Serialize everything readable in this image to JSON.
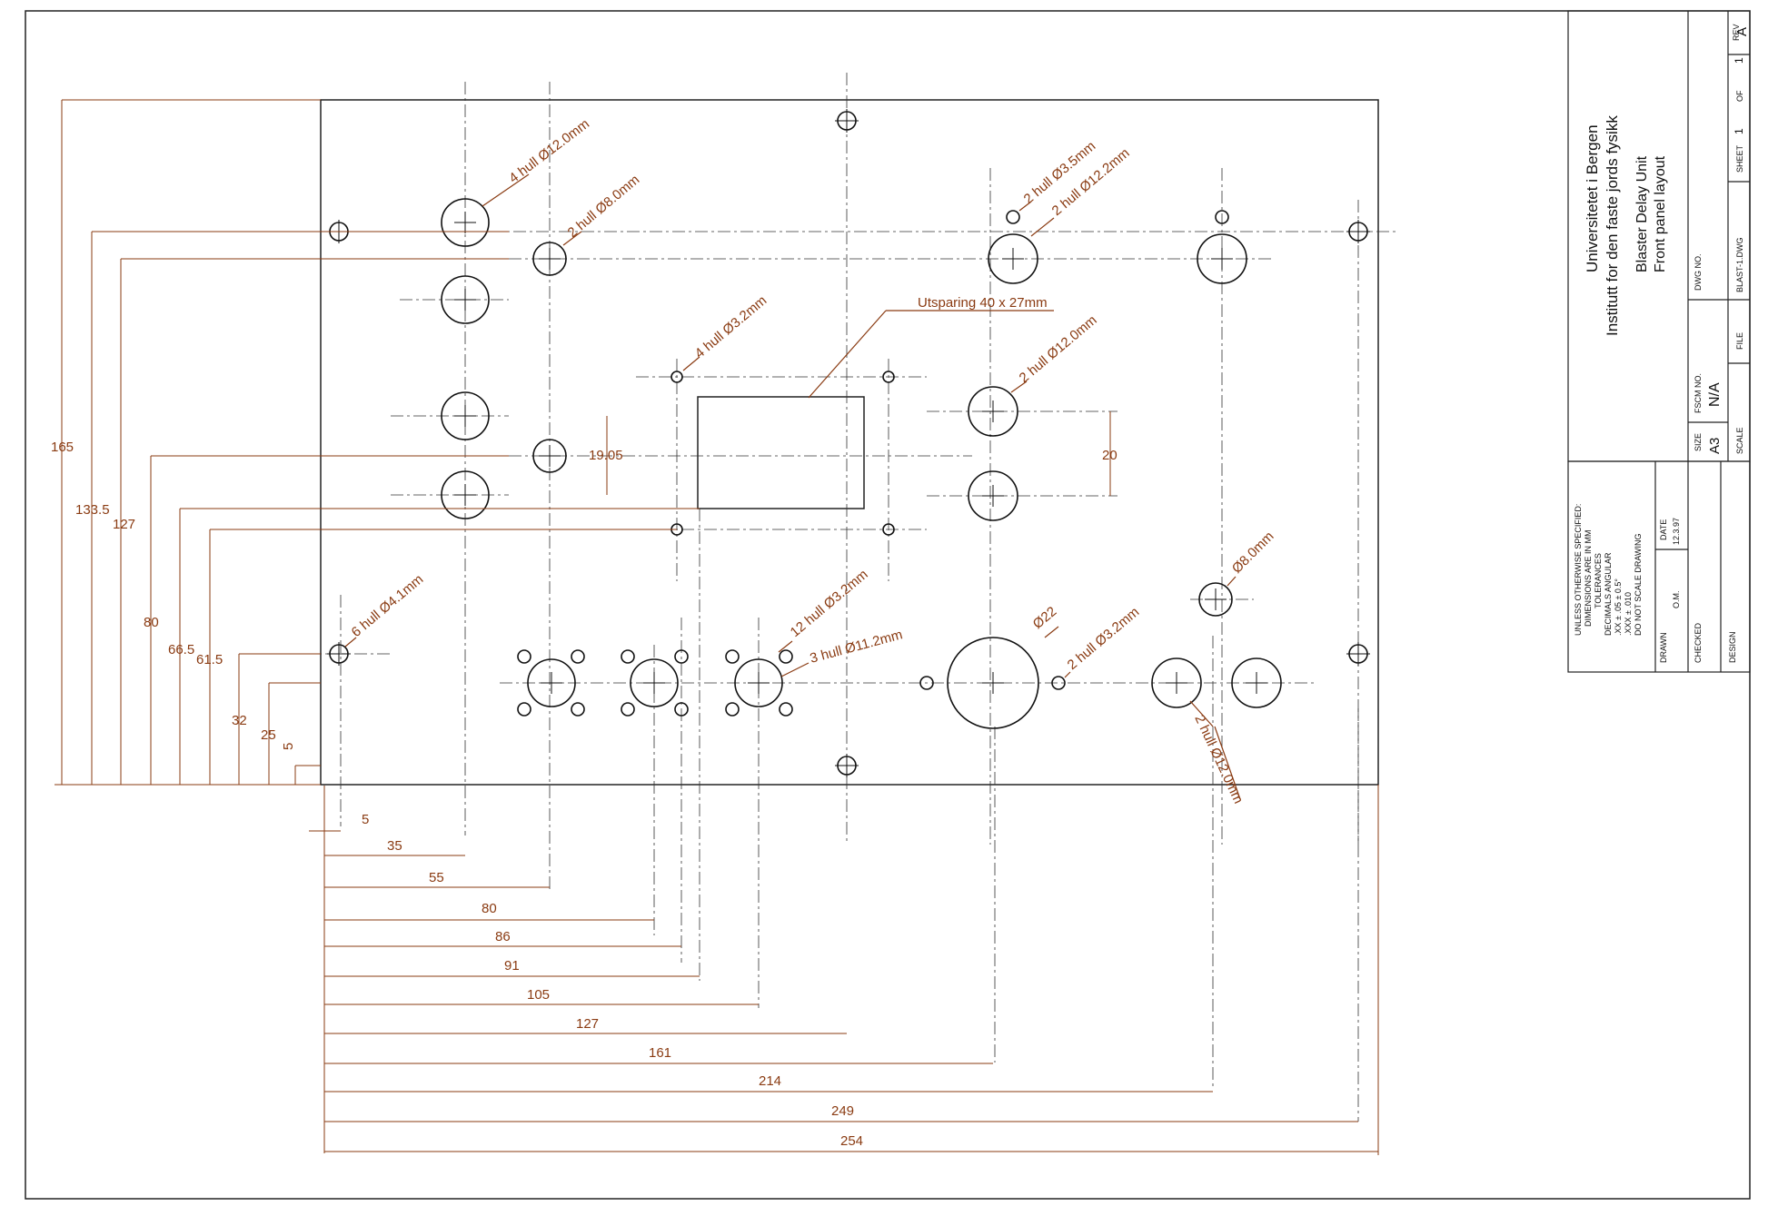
{
  "title_block": {
    "institution_1": "Universitetet i Bergen",
    "institution_2": "Institutt for den faste jords fysikk",
    "title_1": "Blaster Delay Unit",
    "title_2": "Front panel layout",
    "size_label": "SIZE",
    "size": "A3",
    "fscm_label": "FSCM NO.",
    "fscm": "N/A",
    "dwg_label": "DWG NO.",
    "rev_label": "REV",
    "rev": "A",
    "scale_label": "SCALE",
    "file_label": "FILE",
    "file": "BLAST-1.DWG",
    "sheet_label": "SHEET",
    "sheet": "1",
    "of_label": "OF",
    "of": "1",
    "notes": [
      "UNLESS OTHERWISE SPECIFIED:",
      "DIMENSIONS ARE IN MM",
      "TOLERANCES",
      "DECIMALS    ANGULAR",
      ".XX ± .05       ± 0.5°",
      ".XXX ± .010",
      "DO NOT SCALE DRAWING"
    ],
    "drawn_label": "DRAWN",
    "drawn": "O.M.",
    "date_label": "DATE",
    "date": "12.3.97",
    "checked_label": "CHECKED",
    "design_label": "DESIGN"
  },
  "callouts": {
    "c1": "4 hull Ø12.0mm",
    "c2": "2 hull Ø8.0mm",
    "c3": "2 hull Ø3.5mm",
    "c4": "2 hull Ø12.2mm",
    "c5": "Utsparing 40 x 27mm",
    "c6": "4 hull Ø3.2mm",
    "c7": "2 hull Ø12.0mm",
    "c8": "6 hull Ø4.1mm",
    "c9": "12 hull Ø3.2mm",
    "c10": "3 hull Ø11.2mm",
    "c11": "Ø22",
    "c12": "2 hull Ø3.2mm",
    "c13": "Ø8.0mm",
    "c14": "2 hull Ø12.0mm"
  },
  "vertical_dims": {
    "v165": "165",
    "v133": "133.5",
    "v127": "127",
    "v80": "80",
    "v66": "66.5",
    "v61": "61.5",
    "v32": "32",
    "v25": "25",
    "v5": "5",
    "v19": "19.05",
    "v20": "20"
  },
  "horizontal_dims": {
    "h5": "5",
    "h35": "35",
    "h55": "55",
    "h80": "80",
    "h86": "86",
    "h91": "91",
    "h105": "105",
    "h127": "127",
    "h161": "161",
    "h214": "214",
    "h249": "249",
    "h254": "254"
  }
}
